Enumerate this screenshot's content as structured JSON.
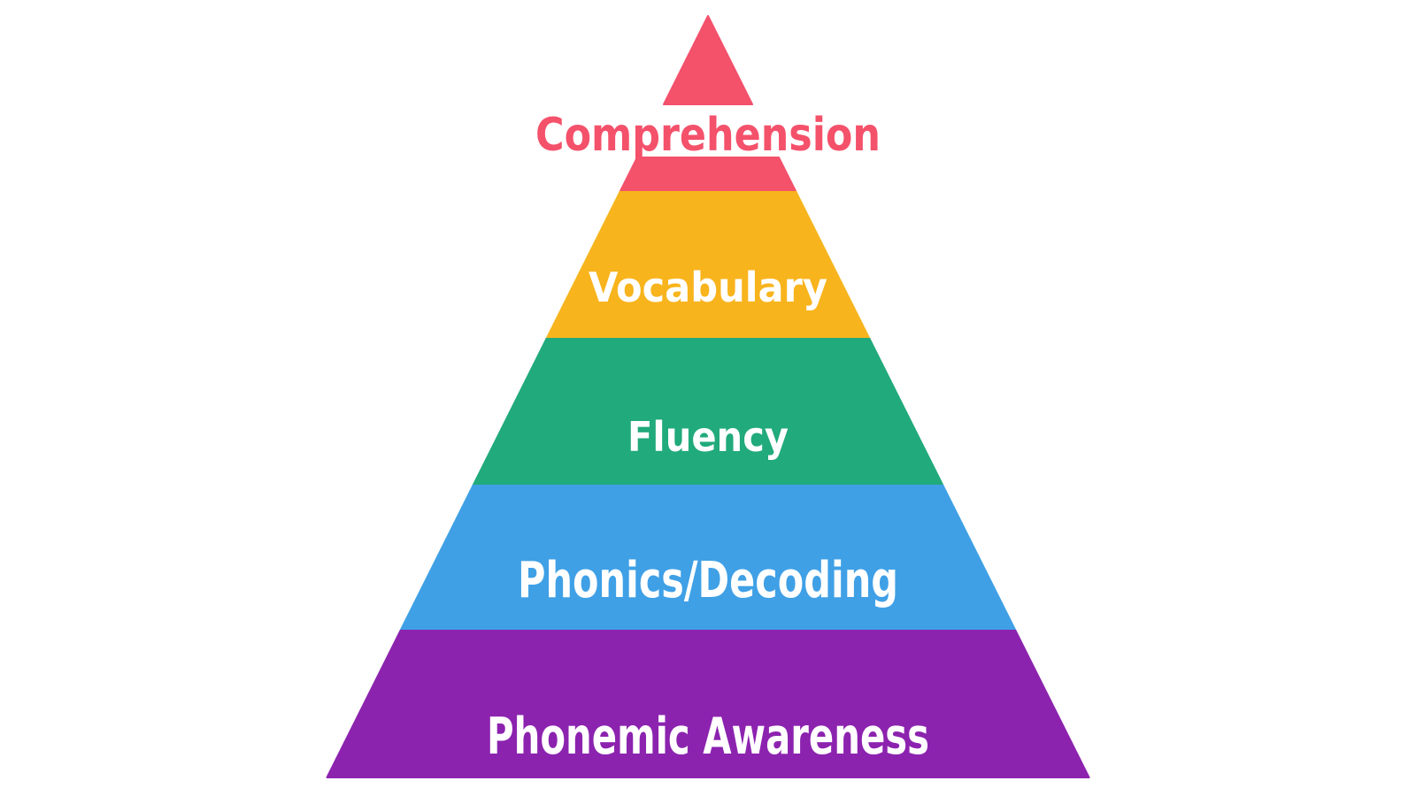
{
  "background_color": "#FFFFFF",
  "pyramid": {
    "label_text_color": "#FFFFFF",
    "levels": [
      {
        "label": "Comprehension",
        "color": "#F4516B"
      },
      {
        "label": "Vocabulary",
        "color": "#F8B41D"
      },
      {
        "label": "Fluency",
        "color": "#21AA7B"
      },
      {
        "label": "Phonics/Decoding",
        "color": "#3FA0E6"
      },
      {
        "label": "Phonemic Awareness",
        "color": "#8C23AF"
      }
    ]
  }
}
